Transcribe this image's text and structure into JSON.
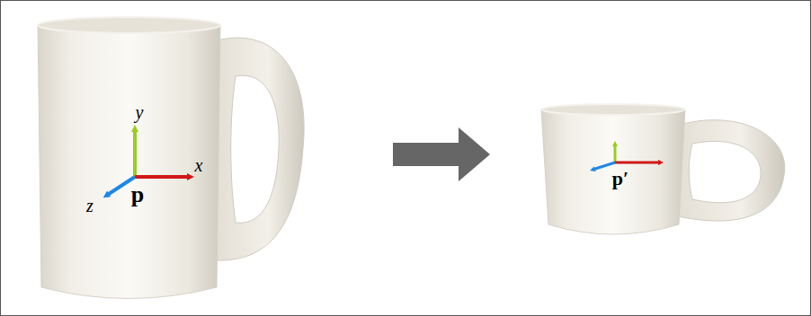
{
  "diagram": {
    "labels": [
      "y",
      "x",
      "z",
      "p",
      "p′"
    ]
  }
}
